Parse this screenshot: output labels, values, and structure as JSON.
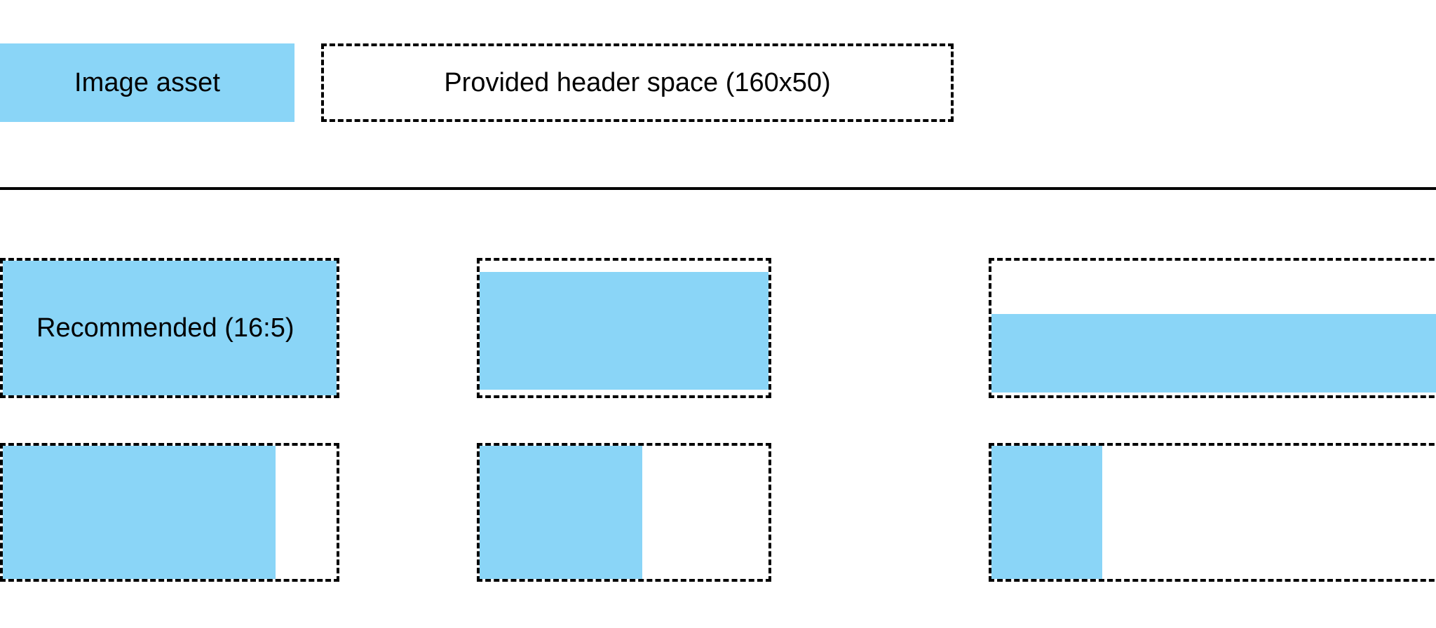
{
  "header": {
    "image_asset": {
      "label": "Image asset",
      "swatch_color": "#8ad5f7"
    },
    "provided_space": {
      "label": "Provided header space (160x50)"
    }
  },
  "divider": {
    "color": "#000000"
  },
  "grid": {
    "rows": [
      {
        "name": "aspect-ratio-row-1",
        "cells": [
          {
            "name": "recommended-16-5",
            "label": "Recommended (16:5)",
            "fit": "full",
            "fill_color": "#8ad5f7"
          },
          {
            "name": "letterbox-small",
            "label": "",
            "fit": "band",
            "band_top_pct": 10,
            "band_height_pct": 82,
            "fill_color": "#8ad5f7"
          },
          {
            "name": "letterbox-large",
            "label": "",
            "fit": "band",
            "band_top_pct": 39,
            "band_height_pct": 55,
            "fill_color": "#8ad5f7"
          }
        ]
      },
      {
        "name": "aspect-ratio-row-2",
        "cells": [
          {
            "name": "pillarbox-wide",
            "label": "",
            "fit": "pillar",
            "pillar_width_pct": 80,
            "fill_color": "#8ad5f7"
          },
          {
            "name": "pillarbox-medium",
            "label": "",
            "fit": "pillar",
            "pillar_width_pct": 55,
            "fill_color": "#8ad5f7"
          },
          {
            "name": "pillarbox-narrow",
            "label": "",
            "fit": "pillar",
            "pillar_width_pct": 24,
            "fill_color": "#8ad5f7"
          }
        ]
      }
    ]
  }
}
